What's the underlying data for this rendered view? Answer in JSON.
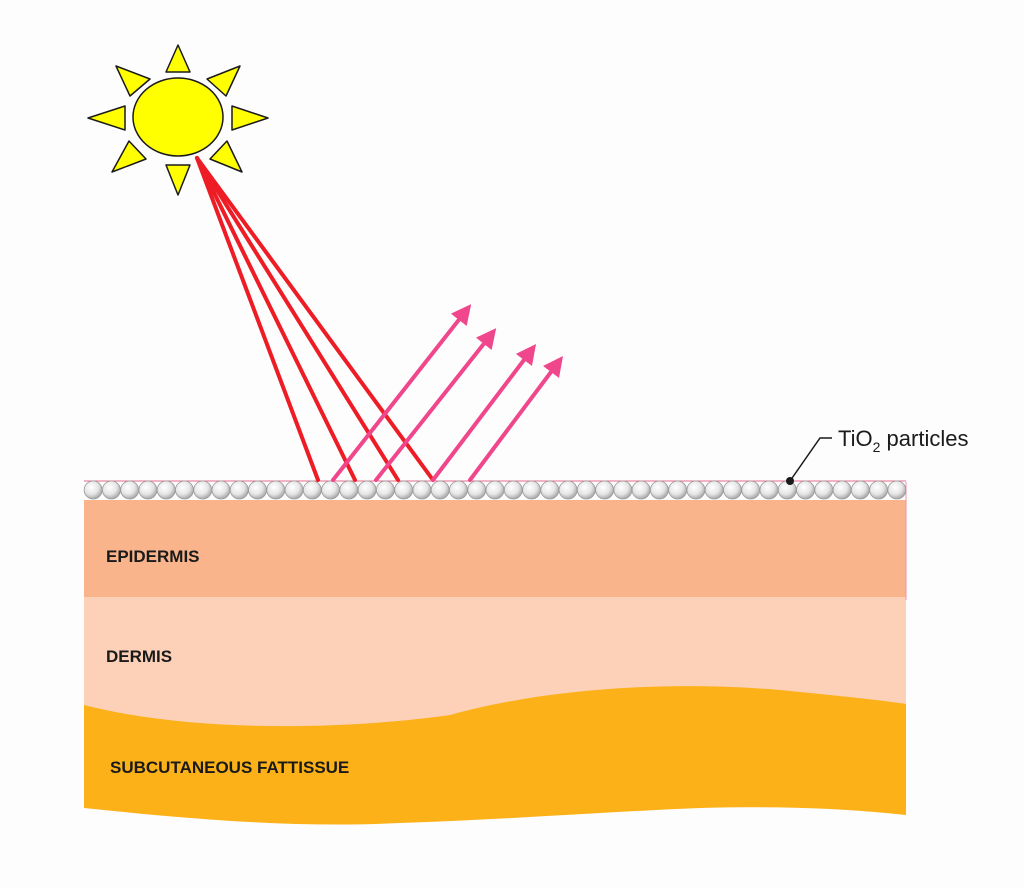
{
  "callout": {
    "label_main": "TiO",
    "label_sub": "2",
    "label_rest": " particles"
  },
  "layers": {
    "epidermis": "EPIDERMIS",
    "dermis": "DERMIS",
    "subcutaneous": "SUBCUTANEOUS FATTISSUE"
  },
  "colors": {
    "sun_fill": "#ffff00",
    "incident_rays": "#ee1c25",
    "reflected_rays": "#f0468c",
    "epidermis": "#f9b48c",
    "dermis": "#fdd0b8",
    "subcutaneous": "#fbb117",
    "particles": "#eeeeee"
  },
  "icons": {
    "sun": "sun-icon"
  }
}
